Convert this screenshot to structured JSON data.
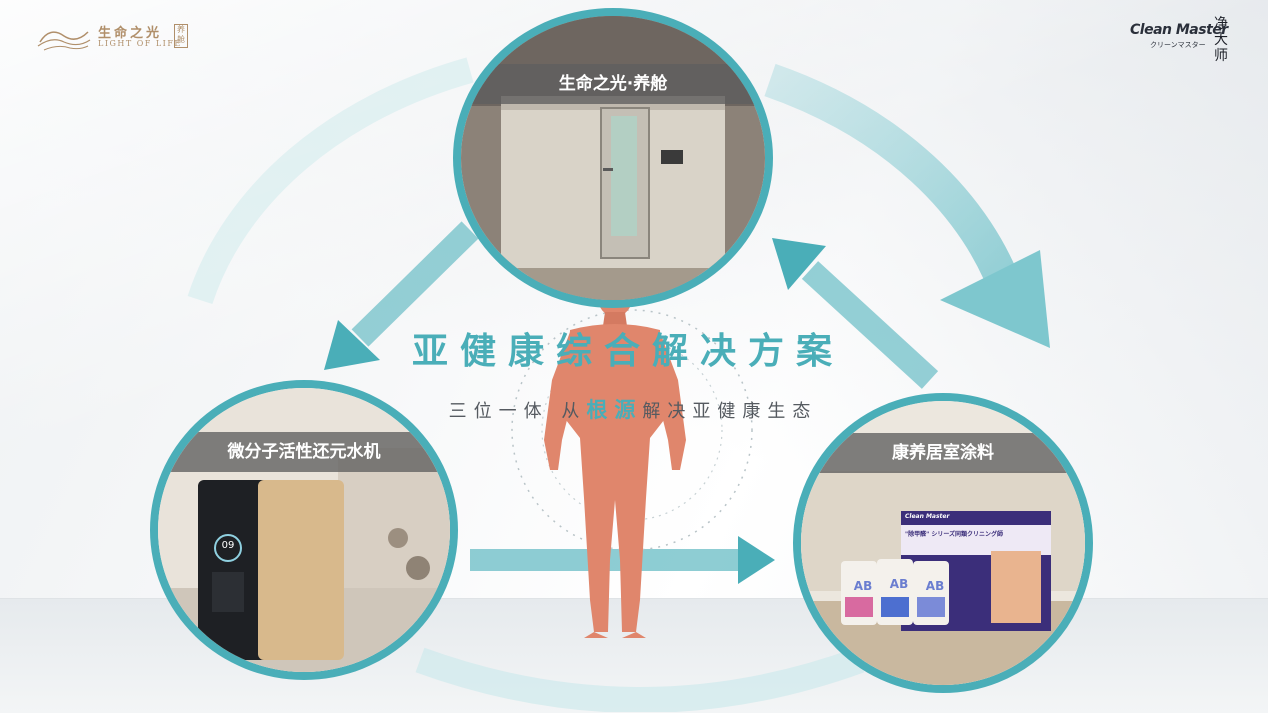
{
  "brand_left": {
    "name": "生命之光",
    "subtitle": "LIGHT OF LIFE",
    "tag": "养舱"
  },
  "brand_right": {
    "name": "Clean Master",
    "subtitle": "クリーンマスター",
    "cn": "净大师"
  },
  "headline": "亚健康综合解决方案",
  "tagline": {
    "before": "三位一体 从",
    "highlight": "根源",
    "after": "解决亚健康生态"
  },
  "products": {
    "top": {
      "label": "生命之光·养舱"
    },
    "left": {
      "label": "微分子活性还元水机",
      "display_number": "09"
    },
    "right": {
      "label": "康养居室涂料",
      "box_brand": "Clean Master",
      "box_text": "\"除甲醛\" シリーズ同類クリニング師",
      "can_labels": [
        "AB",
        "AB",
        "AB"
      ]
    }
  },
  "colors": {
    "accent": "#4aaeb8",
    "label_bg": "#5f5f5f",
    "figure": "#e0866c",
    "brand_gold": "#b08f6a"
  }
}
